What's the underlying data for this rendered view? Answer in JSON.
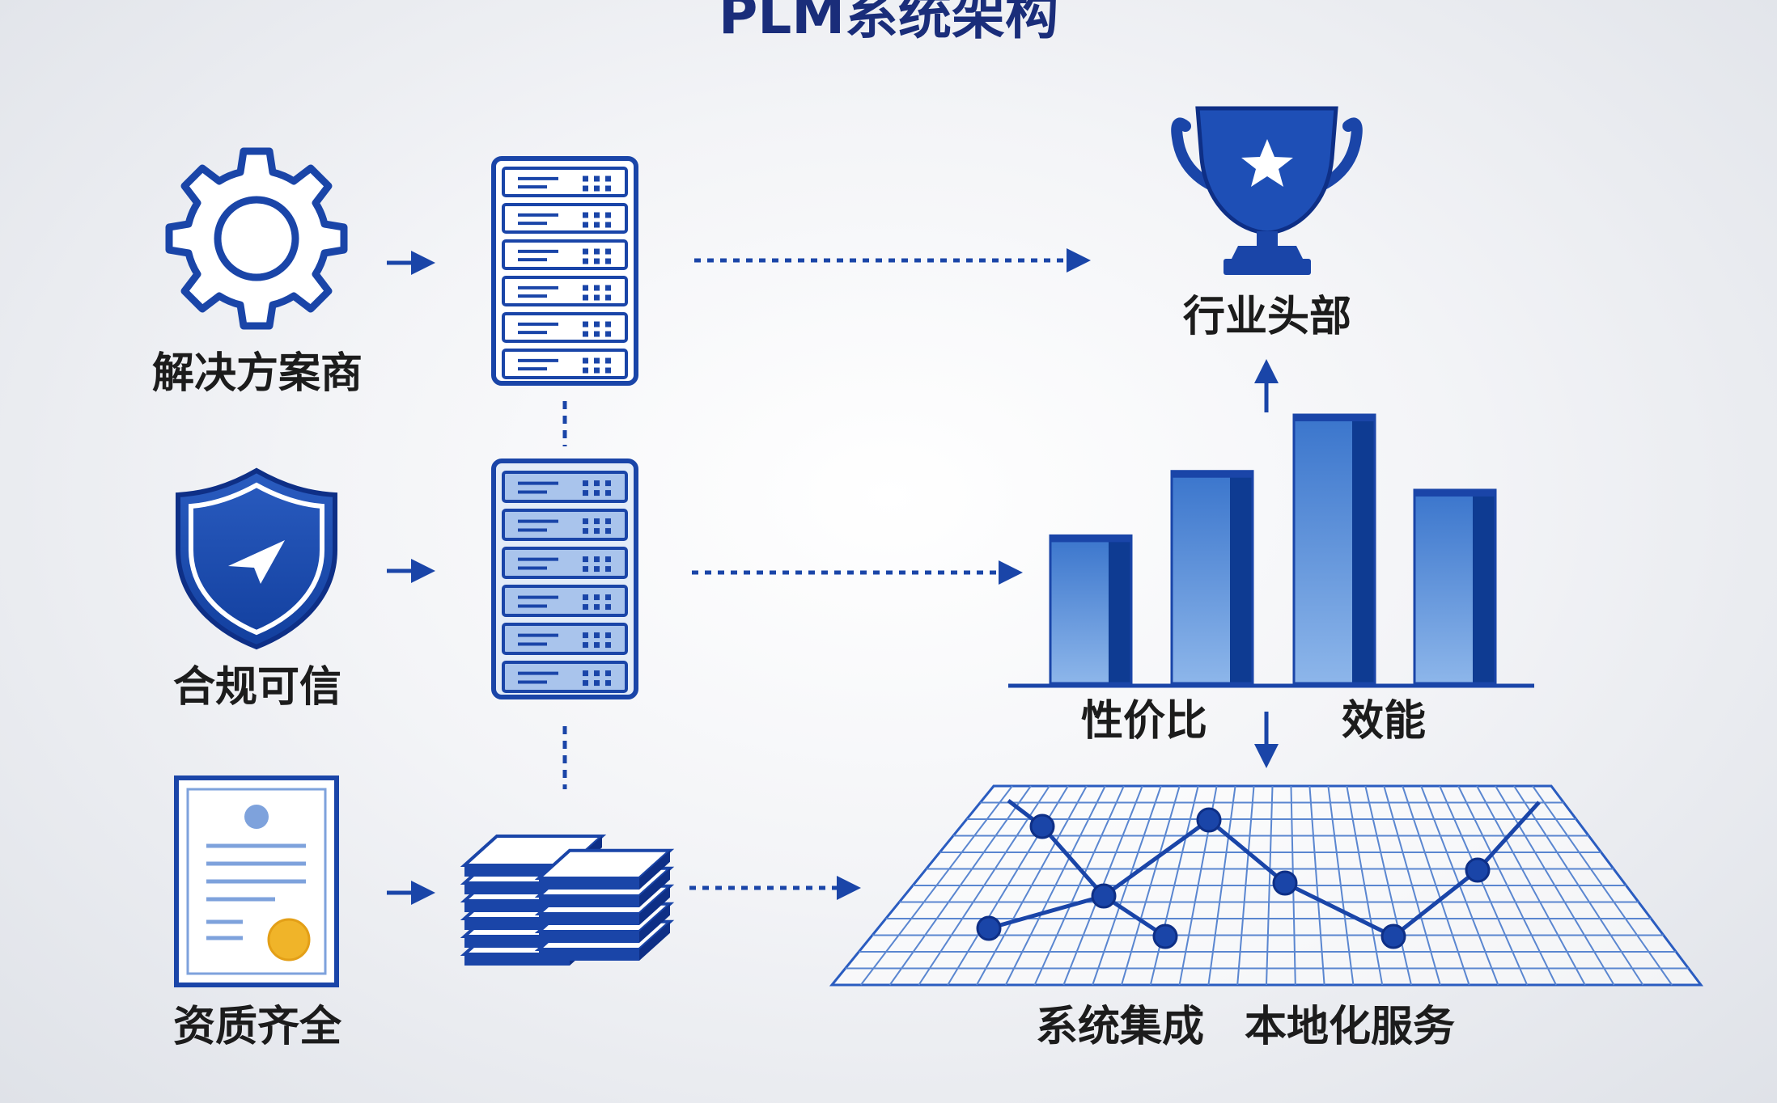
{
  "title": "PLM系统架构",
  "colors": {
    "primary": "#1a45a8",
    "dark": "#0e2f86",
    "light": "#5a90dc",
    "accent": "#f0b429",
    "text": "#1c1c1c"
  },
  "inputs": [
    {
      "icon": "gear-icon",
      "label": "解决方案商"
    },
    {
      "icon": "shield-icon",
      "label": "合规可信"
    },
    {
      "icon": "certificate-icon",
      "label": "资质齐全"
    }
  ],
  "middle": [
    {
      "icon": "server-rack-icon"
    },
    {
      "icon": "server-rack-icon"
    },
    {
      "icon": "stacked-layers-icon"
    }
  ],
  "outputs": {
    "trophy": {
      "icon": "trophy-icon",
      "label": "行业头部"
    },
    "bars": {
      "icon": "bar-chart-icon",
      "labels": [
        "性价比",
        "效能"
      ],
      "relative_heights": [
        0.55,
        0.79,
        1.0,
        0.72
      ]
    },
    "grid": {
      "icon": "line-grid-icon",
      "labels": [
        "系统集成",
        "本地化服务"
      ]
    }
  }
}
